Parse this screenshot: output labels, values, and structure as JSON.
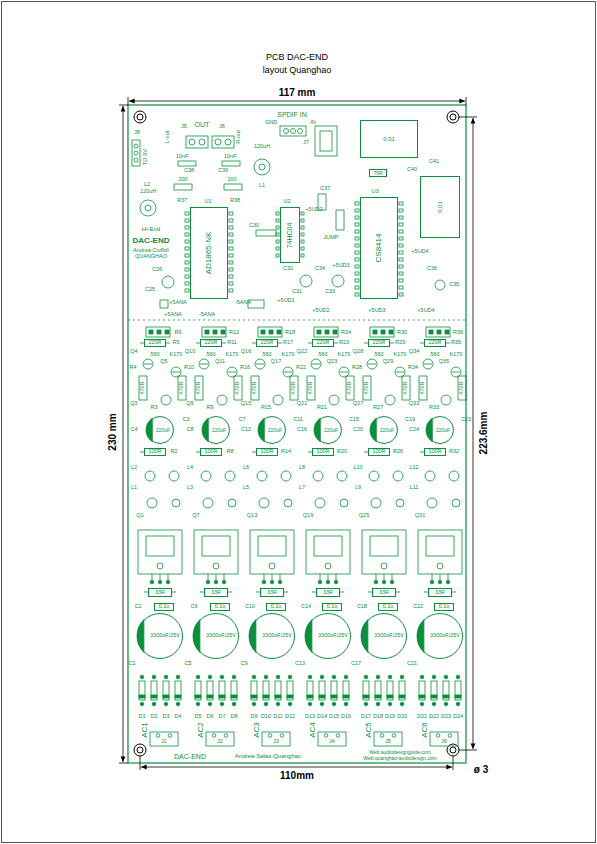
{
  "diagram": {
    "title": "PCB DAC-END",
    "nodes": [
      {
        "text": [
          "AD1865-NK"
        ]
      },
      {
        "text": [
          "74HC04"
        ]
      },
      {
        "text": [
          "CS8414"
        ]
      },
      {
        "text": [
          "0.01"
        ]
      },
      {
        "text": [
          "0.01"
        ]
      },
      {
        "text": [
          "75R"
        ]
      },
      {
        "text": [
          "220R"
        ]
      },
      {
        "text": [
          "220uF"
        ]
      },
      {
        "text": [
          "100R"
        ]
      },
      {
        "text": [
          "33R"
        ]
      },
      {
        "text": [
          "0.1u"
        ]
      },
      {
        "text": [
          "3300uF/25V"
        ]
      },
      {
        "text": [
          "220R"
        ]
      },
      {
        "text": [
          "220uF"
        ]
      },
      {
        "text": [
          "100R"
        ]
      },
      {
        "text": [
          "33R"
        ]
      },
      {
        "text": [
          "0.1u"
        ]
      },
      {
        "text": [
          "3300uF/25V"
        ]
      },
      {
        "text": [
          "220R"
        ]
      },
      {
        "text": [
          "220uF"
        ]
      },
      {
        "text": [
          "100R"
        ]
      },
      {
        "text": [
          "33R"
        ]
      },
      {
        "text": [
          "0.1u"
        ]
      },
      {
        "text": [
          "3300uF/25V"
        ]
      },
      {
        "text": [
          "220R"
        ]
      },
      {
        "text": [
          "220uF"
        ]
      },
      {
        "text": [
          "100R"
        ]
      },
      {
        "text": [
          "33R"
        ]
      },
      {
        "text": [
          "0.1u"
        ]
      },
      {
        "text": [
          "3300uF/25V"
        ]
      },
      {
        "text": [
          "220R"
        ]
      },
      {
        "text": [
          "220uF"
        ]
      },
      {
        "text": [
          "100R"
        ]
      },
      {
        "text": [
          "33R"
        ]
      },
      {
        "text": [
          "0.1u"
        ]
      },
      {
        "text": [
          "3300uF/25V"
        ]
      },
      {
        "text": [
          "220R"
        ]
      },
      {
        "text": [
          "220uF"
        ]
      },
      {
        "text": [
          "100R"
        ]
      },
      {
        "text": [
          "33R"
        ]
      },
      {
        "text": [
          "0.1u"
        ]
      },
      {
        "text": [
          "3300uF/25V"
        ]
      }
    ],
    "labels": [
      "layout Quanghao",
      "117 mm",
      "230 mm",
      "223.6mm",
      "110mm",
      "ø 3",
      "OUT",
      "L-out",
      "J5",
      "J6",
      "R-out",
      "SPDIF IN",
      "GND",
      "IN",
      "J7",
      "J8",
      "TO 5V",
      "10nF",
      "C38",
      "10nF",
      "C39",
      "120uH",
      "L1",
      "200",
      "R37",
      "200",
      "R38",
      "L2",
      "120uH",
      "U1",
      "Hi-End",
      "DAC-END",
      "Andrea Ciuffoli",
      "QUANGHAO",
      "C26",
      "C25",
      "+5ANA",
      "-5ANA",
      "U2",
      "+5UD2",
      "C30",
      "C37",
      "JUMP",
      "U3",
      "+5UD3",
      "+5UD4",
      "C32",
      "C31",
      "C34",
      "C33",
      "C36",
      "C35",
      "+5UD1",
      "+5ANA",
      "-5ANA",
      "+5UD2",
      "+5UD3",
      "+5UD4",
      "C41",
      "C40",
      "R6",
      "R5",
      "Q4",
      "560",
      "K170",
      "Q5",
      "R4",
      "470R",
      "470R",
      "Q3",
      "R3",
      "C4",
      "C3",
      "R2",
      "L2",
      "L1",
      "Q1",
      "C2",
      "C1",
      "D1",
      "D2",
      "D3",
      "D4",
      "AC1",
      "J1",
      "R12",
      "R11",
      "Q10",
      "560",
      "K170",
      "Q11",
      "R10",
      "470R",
      "470R",
      "Q9",
      "R9",
      "C8",
      "C7",
      "R8",
      "L4",
      "L3",
      "Q7",
      "C6",
      "C5",
      "D5",
      "D6",
      "D7",
      "D8",
      "AC2",
      "J2",
      "R18",
      "R17",
      "Q16",
      "560",
      "K170",
      "Q17",
      "R16",
      "470R",
      "470R",
      "Q15",
      "R15",
      "C12",
      "C11",
      "R14",
      "L6",
      "L5",
      "Q13",
      "C10",
      "C9",
      "D9",
      "D10",
      "D11",
      "D12",
      "AC3",
      "J3",
      "R24",
      "R23",
      "Q22",
      "560",
      "K170",
      "Q23",
      "R22",
      "470R",
      "470R",
      "Q21",
      "R21",
      "C16",
      "C15",
      "R20",
      "L8",
      "L7",
      "Q19",
      "C14",
      "C13",
      "D13",
      "D14",
      "D15",
      "D16",
      "AC4",
      "J4",
      "R30",
      "R29",
      "Q28",
      "560",
      "K170",
      "Q29",
      "R28",
      "470R",
      "470R",
      "Q27",
      "R27",
      "C20",
      "C19",
      "R26",
      "L10",
      "L9",
      "Q25",
      "C18",
      "C17",
      "D17",
      "D18",
      "D19",
      "D20",
      "AC5",
      "J5",
      "R36",
      "R35",
      "Q34",
      "560",
      "K170",
      "Q35",
      "R34",
      "470R",
      "470R",
      "Q33",
      "R33",
      "C24",
      "C23",
      "R32",
      "L12",
      "L11",
      "Q31",
      "C22",
      "C21",
      "D21",
      "D22",
      "D23",
      "D24",
      "AC6",
      "J6",
      "DAC-END",
      "Andrea-Salas-Quanghao",
      "Web:audiodesignguide.com",
      "Web:quanghao-audiodesign.com"
    ]
  }
}
